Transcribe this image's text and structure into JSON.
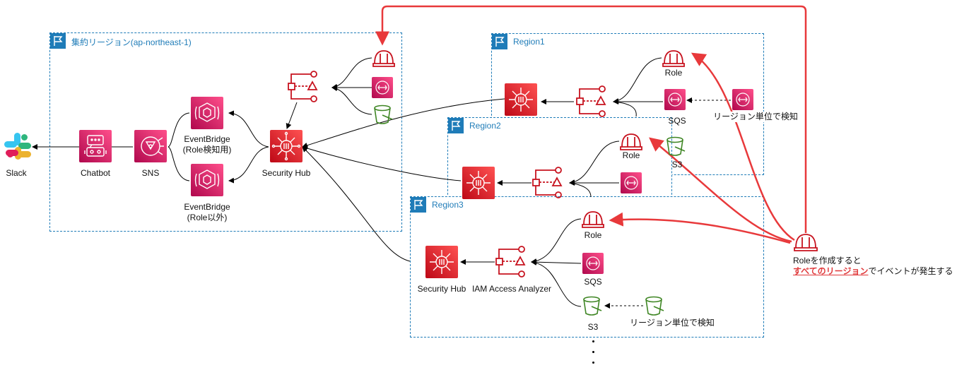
{
  "regions": {
    "aggregate": "集約リージョン(ap-northeast-1)",
    "region1": "Region1",
    "region2": "Region2",
    "region3": "Region3"
  },
  "labels": {
    "slack": "Slack",
    "chatbot": "Chatbot",
    "sns": "SNS",
    "eventbridge_role_1": "EventBridge",
    "eventbridge_role_2": "(Role検知用)",
    "eventbridge_other_1": "EventBridge",
    "eventbridge_other_2": "(Role以外)",
    "security_hub": "Security Hub",
    "r1_role": "Role",
    "r1_sqs": "SQS",
    "r1_s3": "S3",
    "r1_region_detect": "リージョン単位で検知",
    "r2_role": "Role",
    "r3_role": "Role",
    "r3_sqs": "SQS",
    "r3_s3": "S3",
    "r3_security_hub": "Security Hub",
    "r3_iam_access_analyzer": "IAM Access Analyzer",
    "r3_region_detect": "リージョン単位で検知"
  },
  "note": {
    "line1": "Roleを作成すると",
    "line2_em": "すべてのリージョン",
    "line2_rest": "でイベントが発生する"
  },
  "colors": {
    "region_border": "#1f7cb8",
    "security_red_dark": "#bd0816",
    "security_red_light": "#ff5252",
    "pink_dark": "#b0084d",
    "pink_light": "#ff4f8b",
    "s3_green": "#3f8624",
    "arrow_red": "#e8393b"
  },
  "icons": [
    "slack-icon",
    "chatbot-icon",
    "sns-icon",
    "eventbridge-icon",
    "security-hub-icon",
    "access-analyzer-icon",
    "iam-role-icon",
    "sqs-icon",
    "s3-bucket-icon",
    "region-flag-icon"
  ]
}
